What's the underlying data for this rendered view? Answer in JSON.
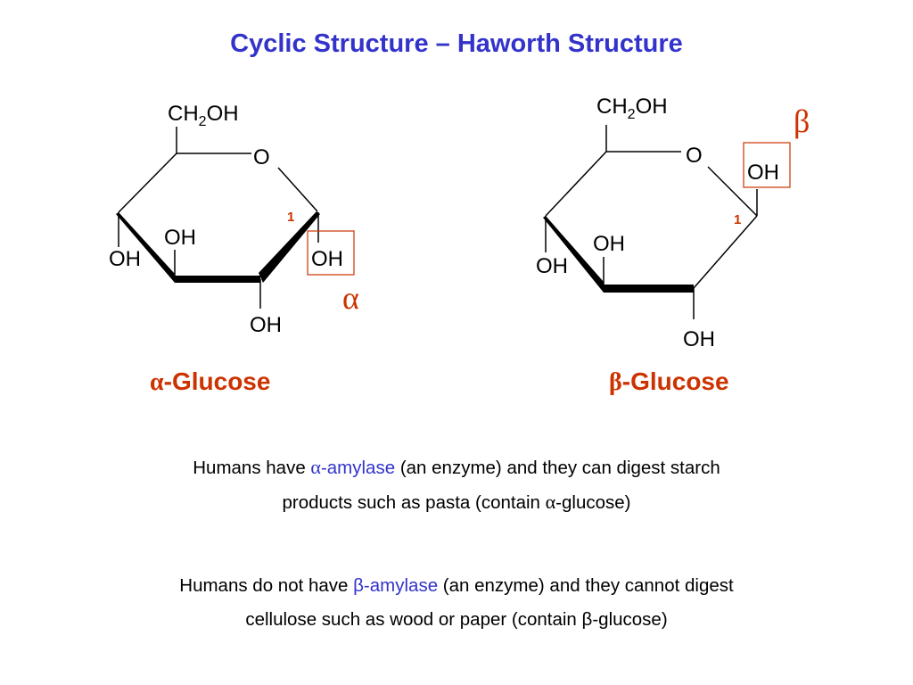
{
  "colors": {
    "title": "#3333cc",
    "accent": "#cc3300",
    "highlight": "#3333cc"
  },
  "title": "Cyclic Structure – Haworth Structure",
  "alpha": {
    "ch2oh_prefix": "CH",
    "ch2oh_sub": "2",
    "ch2oh_suffix": "OH",
    "ring_o": "O",
    "carbon_number": "1",
    "oh_c1": "OH",
    "oh_c2": "OH",
    "oh_c3": "OH",
    "oh_c4": "OH",
    "greek": "α",
    "label_greek": "α",
    "label_text": "-Glucose"
  },
  "beta": {
    "ch2oh_prefix": "CH",
    "ch2oh_sub": "2",
    "ch2oh_suffix": "OH",
    "ring_o": "O",
    "carbon_number": "1",
    "oh_c1": "OH",
    "oh_c2": "OH",
    "oh_c3": "OH",
    "oh_c4": "OH",
    "greek": "β",
    "label_greek": "β",
    "label_text": "-Glucose"
  },
  "paragraphs": {
    "p1": {
      "line1_a": "Humans have ",
      "line1_greek": "α",
      "line1_highlight": "-amylase",
      "line1_b": " (an enzyme) and they can digest starch",
      "line2_a": "products such as pasta (contain ",
      "line2_greek": "α",
      "line2_b": "-glucose)"
    },
    "p2": {
      "line1_a": "Humans do not have ",
      "line1_highlight": "β-amylase",
      "line1_b": " (an enzyme) and they cannot digest",
      "line2_a": "cellulose such as wood or paper (contain ",
      "line2_greek": "β",
      "line2_b": "-glucose)"
    }
  }
}
